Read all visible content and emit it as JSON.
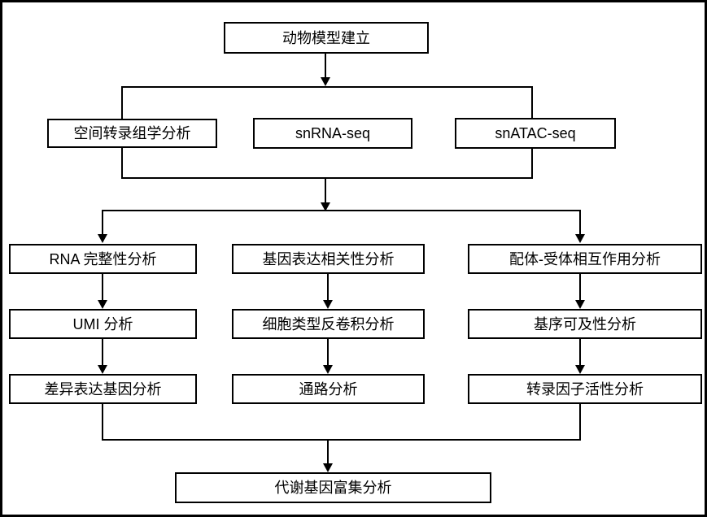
{
  "page": {
    "background": "#ffffff",
    "stroke": "#000000"
  },
  "flowchart": {
    "root": {
      "label": "动物模型建立"
    },
    "modalities": [
      {
        "label": "空间转录组学分析"
      },
      {
        "label": "snRNA-seq"
      },
      {
        "label": "snATAC-seq"
      }
    ],
    "columns": [
      {
        "steps": [
          "RNA 完整性分析",
          "UMI 分析",
          "差异表达基因分析"
        ]
      },
      {
        "steps": [
          "基因表达相关性分析",
          "细胞类型反卷积分析",
          "通路分析"
        ]
      },
      {
        "steps": [
          "配体-受体相互作用分析",
          "基序可及性分析",
          "转录因子活性分析"
        ]
      }
    ],
    "final": {
      "label": "代谢基因富集分析"
    }
  }
}
